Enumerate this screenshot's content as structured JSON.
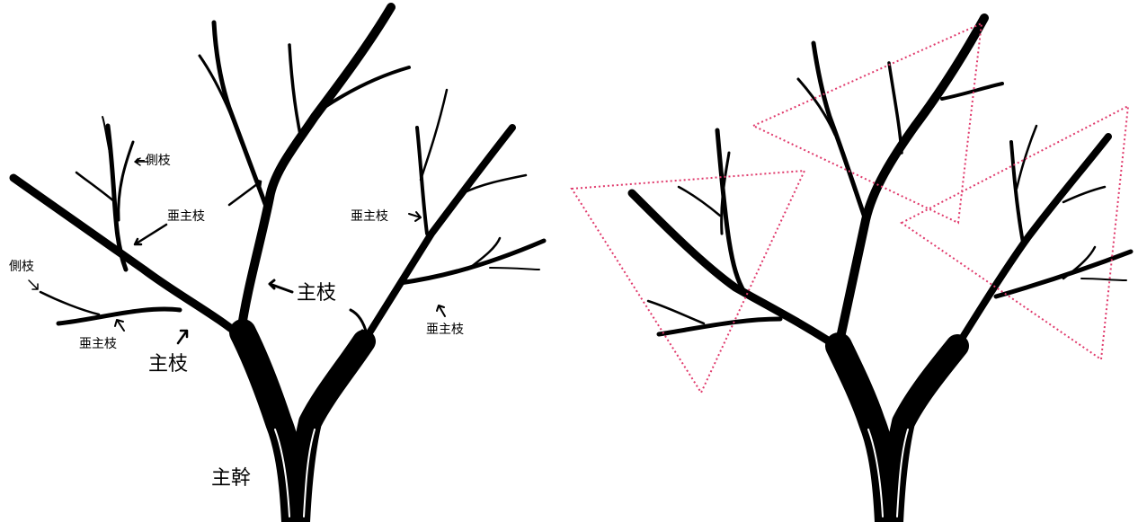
{
  "left_diagram": {
    "labels": {
      "side_branch_top": "←側枝",
      "sub_main_upper_left": "亜主枝",
      "side_branch_left": "側枝",
      "sub_main_lower_left": "亜主枝",
      "main_branch_left": "主枝",
      "main_branch_center": "主枝",
      "sub_main_right_top": "亜主枝",
      "sub_main_right_bottom": "亜主枝",
      "trunk": "主幹"
    }
  },
  "right_diagram": {
    "triangles_color": "#e03a6c",
    "triangle_count": 3
  }
}
